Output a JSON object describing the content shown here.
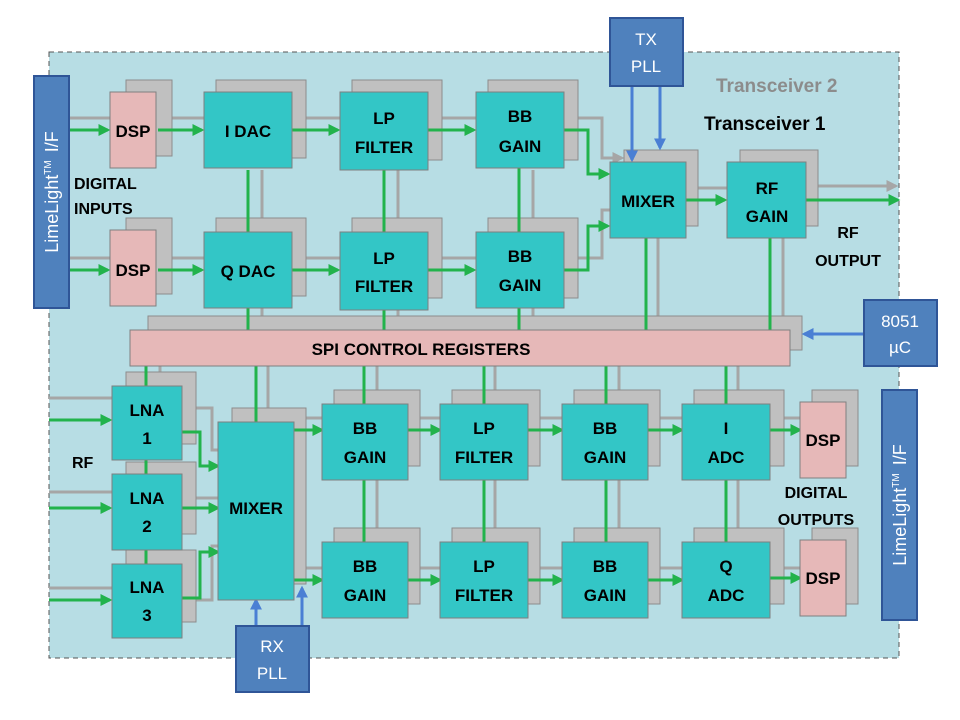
{
  "diagram": {
    "transceiver2_label": "Transceiver 2",
    "transceiver1_label": "Transceiver 1",
    "tx": {
      "limelight": "LimeLight",
      "limelight_tm": "TM",
      "limelight_if": "I/F",
      "dsp_i": "DSP",
      "dsp_q": "DSP",
      "i_dac": "I DAC",
      "q_dac": "Q DAC",
      "lpf_i": [
        "LP",
        "FILTER"
      ],
      "lpf_q": [
        "LP",
        "FILTER"
      ],
      "bb_gain_i": [
        "BB",
        "GAIN"
      ],
      "bb_gain_q": [
        "BB",
        "GAIN"
      ],
      "mixer": "MIXER",
      "rf_gain": [
        "RF",
        "GAIN"
      ],
      "pll": [
        "TX",
        "PLL"
      ],
      "digital_inputs": [
        "DIGITAL",
        "INPUTS"
      ],
      "rf_output": [
        "RF",
        "OUTPUT"
      ]
    },
    "spi": "SPI CONTROL REGISTERS",
    "mcu": [
      "8051",
      "µC"
    ],
    "rx": {
      "rf_label": "RF",
      "lna1": [
        "LNA",
        "1"
      ],
      "lna2": [
        "LNA",
        "2"
      ],
      "lna3": [
        "LNA",
        "3"
      ],
      "mixer": "MIXER",
      "bb_gain1_i": [
        "BB",
        "GAIN"
      ],
      "bb_gain1_q": [
        "BB",
        "GAIN"
      ],
      "lpf_i": [
        "LP",
        "FILTER"
      ],
      "lpf_q": [
        "LP",
        "FILTER"
      ],
      "bb_gain2_i": [
        "BB",
        "GAIN"
      ],
      "bb_gain2_q": [
        "BB",
        "GAIN"
      ],
      "i_adc": [
        "I",
        "ADC"
      ],
      "q_adc": [
        "Q",
        "ADC"
      ],
      "dsp_i": "DSP",
      "dsp_q": "DSP",
      "pll": [
        "RX",
        "PLL"
      ],
      "digital_outputs": [
        "DIGITAL",
        "OUTPUTS"
      ],
      "limelight": "LimeLight",
      "limelight_tm": "TM",
      "limelight_if": "I/F"
    },
    "colors": {
      "background": "#b7dde4",
      "block": "#33c6c6",
      "shadow": "#c0c0c0",
      "dsp": "#e6b8b8",
      "blue_box": "#4f81bd",
      "green_line": "#22b34c",
      "grey_line": "#a6a6a6",
      "blue_line": "#4a7fd4",
      "transceiver2_text": "#8c8c8c"
    }
  }
}
